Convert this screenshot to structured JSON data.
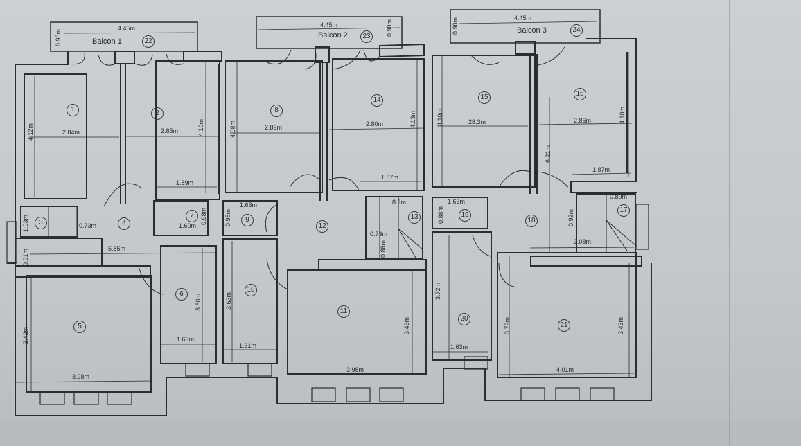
{
  "plan": {
    "type": "architectural floor plan",
    "balconies": [
      {
        "name": "Balcon 1",
        "number": "22",
        "width": "4.45m",
        "depth": "0.90m"
      },
      {
        "name": "Balcon 2",
        "number": "23",
        "width": "4.45m",
        "depth": "0.90m"
      },
      {
        "name": "Balcon 3",
        "number": "24",
        "width": "4.45m",
        "depth": "0.90m"
      }
    ],
    "rooms": {
      "r1": {
        "number": "1",
        "width": "2.84m",
        "height": "4.12m"
      },
      "r2": {
        "number": "2",
        "width": "2.85m",
        "height": "4.10m",
        "extra": "1.89m"
      },
      "r3": {
        "number": "3",
        "height": "1.03m",
        "extra": "0.91m"
      },
      "r4": {
        "number": "4",
        "width": "5.85m",
        "extra": "0.73m"
      },
      "r5": {
        "number": "5",
        "width": "3.98m",
        "height": "3.42m"
      },
      "r6": {
        "number": "6",
        "width": "1.63m",
        "height": "3.60m"
      },
      "r7": {
        "number": "7",
        "width": "1.60m",
        "height": "0.98m"
      },
      "r8": {
        "number": "8",
        "width": "2.89m",
        "height": "4.08m"
      },
      "r9": {
        "number": "9",
        "width": "1.63m",
        "height": "0.98m"
      },
      "r10": {
        "number": "10",
        "width": "1.61m",
        "height": "3.63m"
      },
      "r11": {
        "number": "11",
        "width": "3.98m",
        "height": "3.43m"
      },
      "r12": {
        "number": "12"
      },
      "r13": {
        "number": "13",
        "width": "8.9m",
        "extra": "0.73m",
        "extra2": "0.88m"
      },
      "r14": {
        "number": "14",
        "width": "2.80m",
        "height": "4.13m",
        "extra": "1.87m"
      },
      "r15": {
        "number": "15",
        "width": "28.3m",
        "height": "4.10m"
      },
      "r16": {
        "number": "16",
        "width": "2.86m",
        "height": "4.10m",
        "extra": "1.87m",
        "extra2": "6.21m"
      },
      "r17": {
        "number": "17",
        "width": "0.89m",
        "height": "0.92m"
      },
      "r18": {
        "number": "18",
        "width": "3.08m"
      },
      "r19": {
        "number": "19",
        "width": "1.63m",
        "height": "0.88m"
      },
      "r20": {
        "number": "20",
        "width": "1.63m",
        "height": "3.72m"
      },
      "r21": {
        "number": "21",
        "width": "4.01m",
        "height": "3.43m",
        "extra": "3.79m"
      }
    }
  },
  "colors": {
    "paper": "#c9cccf",
    "lines": "#2a2c2e"
  }
}
